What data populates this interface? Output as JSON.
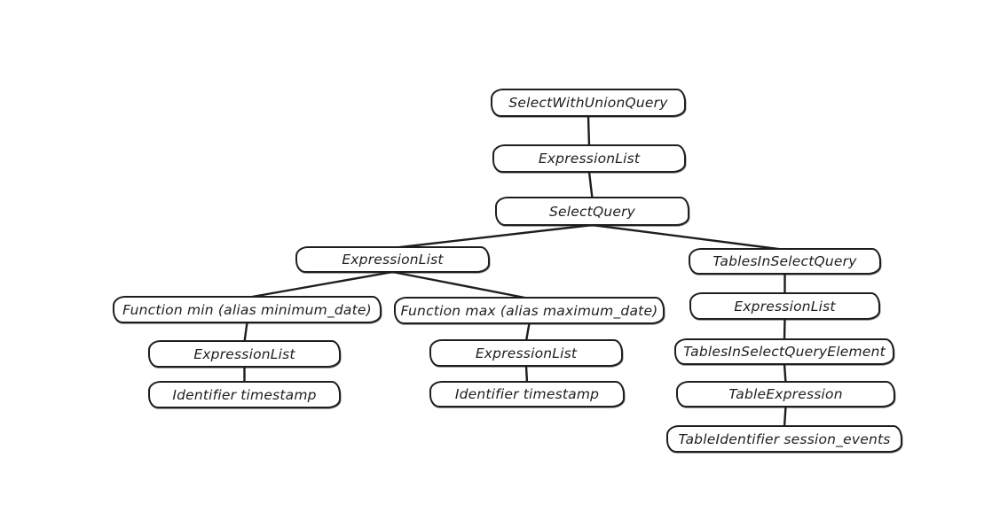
{
  "colors": {
    "background": "#ffffff",
    "node_fill": "#ffffff",
    "stroke": "#1e1e1e"
  },
  "diagram": {
    "type": "tree",
    "description": "SQL abstract syntax tree",
    "nodes": [
      {
        "id": "select-with-union-query",
        "label": "SelectWithUnionQuery"
      },
      {
        "id": "expression-list-root",
        "label": "ExpressionList"
      },
      {
        "id": "select-query",
        "label": "SelectQuery"
      },
      {
        "id": "expression-list-select",
        "label": "ExpressionList"
      },
      {
        "id": "tables-in-select-query",
        "label": "TablesInSelectQuery"
      },
      {
        "id": "function-min",
        "label": "Function min (alias minimum_date)"
      },
      {
        "id": "function-max",
        "label": "Function max (alias maximum_date)"
      },
      {
        "id": "expression-list-tables",
        "label": "ExpressionList"
      },
      {
        "id": "expression-list-min",
        "label": "ExpressionList"
      },
      {
        "id": "expression-list-max",
        "label": "ExpressionList"
      },
      {
        "id": "tables-in-select-query-element",
        "label": "TablesInSelectQueryElement"
      },
      {
        "id": "identifier-timestamp-min",
        "label": "Identifier timestamp"
      },
      {
        "id": "identifier-timestamp-max",
        "label": "Identifier timestamp"
      },
      {
        "id": "table-expression",
        "label": "TableExpression"
      },
      {
        "id": "table-identifier-session-events",
        "label": "TableIdentifier session_events"
      }
    ],
    "edges": [
      {
        "from": "select-with-union-query",
        "to": "expression-list-root"
      },
      {
        "from": "expression-list-root",
        "to": "select-query"
      },
      {
        "from": "select-query",
        "to": "expression-list-select"
      },
      {
        "from": "select-query",
        "to": "tables-in-select-query"
      },
      {
        "from": "expression-list-select",
        "to": "function-min"
      },
      {
        "from": "expression-list-select",
        "to": "function-max"
      },
      {
        "from": "function-min",
        "to": "expression-list-min"
      },
      {
        "from": "expression-list-min",
        "to": "identifier-timestamp-min"
      },
      {
        "from": "function-max",
        "to": "expression-list-max"
      },
      {
        "from": "expression-list-max",
        "to": "identifier-timestamp-max"
      },
      {
        "from": "tables-in-select-query",
        "to": "expression-list-tables"
      },
      {
        "from": "expression-list-tables",
        "to": "tables-in-select-query-element"
      },
      {
        "from": "tables-in-select-query-element",
        "to": "table-expression"
      },
      {
        "from": "table-expression",
        "to": "table-identifier-session-events"
      }
    ]
  }
}
